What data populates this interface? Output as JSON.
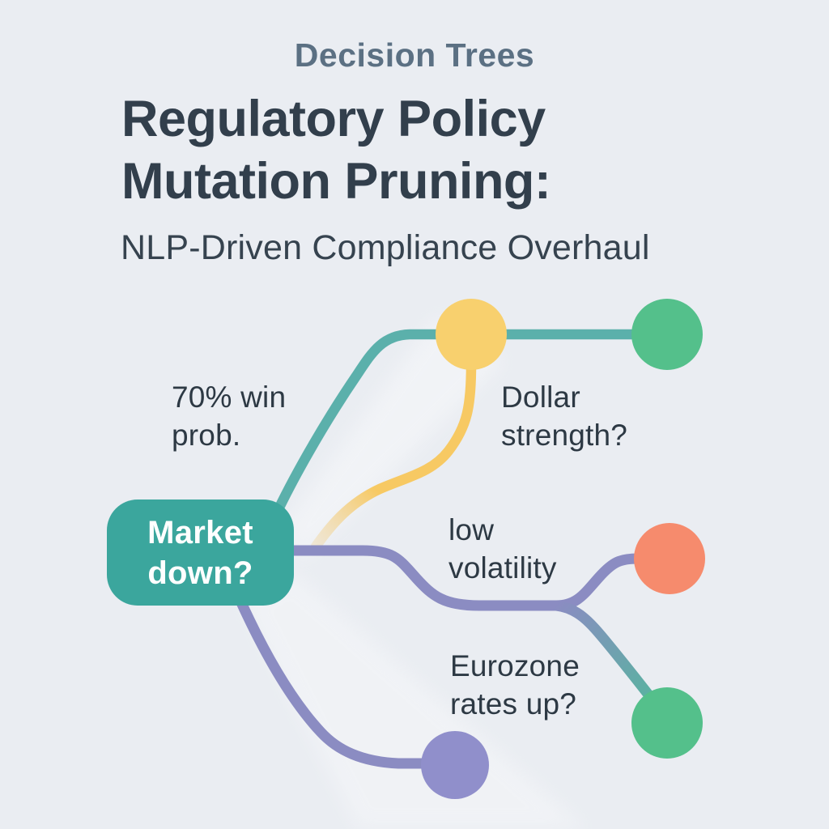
{
  "header": {
    "eyebrow": "Decision Trees",
    "title_line1": "Regulatory Policy",
    "title_line2": "Mutation Pruning:",
    "subtitle": "NLP-Driven Compliance Overhaul"
  },
  "tree": {
    "root": {
      "label_line1": "Market",
      "label_line2": "down?"
    },
    "labels": {
      "win_prob": {
        "line1": "70% win",
        "line2": "prob."
      },
      "dollar": {
        "line1": "Dollar",
        "line2": "strength?"
      },
      "volatility": {
        "line1": "low",
        "line2": "volatility"
      },
      "eurozone": {
        "line1": "Eurozone",
        "line2": "rates up?"
      }
    },
    "colors": {
      "background": "#eaedf2",
      "root_node": "#3ba69d",
      "teal_line": "#5bb0ab",
      "yellow_line": "#f7c963",
      "yellow_node": "#f8d06e",
      "green_node": "#54c08b",
      "orange_node": "#f68b6d",
      "purple_line": "#8b8cc2",
      "purple_node": "#908fcb",
      "teal_gradient_end": "#57b49f",
      "text_dark": "#2d3944"
    }
  }
}
